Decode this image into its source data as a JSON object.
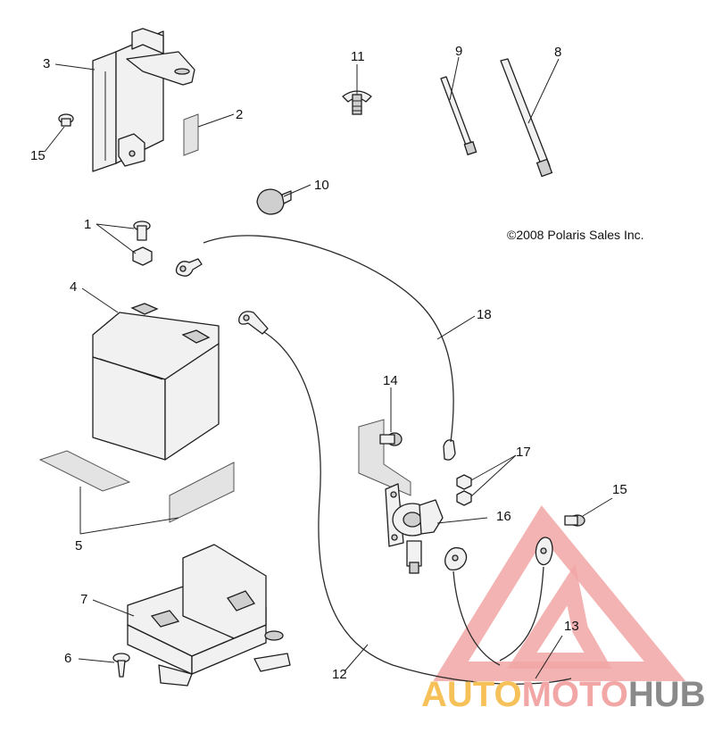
{
  "copyright": "©2008 Polaris Sales Inc.",
  "callouts": [
    "3",
    "2",
    "15",
    "11",
    "9",
    "8",
    "10",
    "1",
    "4",
    "18",
    "14",
    "17",
    "5",
    "16",
    "15",
    "7",
    "13",
    "6",
    "12"
  ],
  "watermark": {
    "part1": "AUTO",
    "part2": "MOTO",
    "part3": "HUB"
  },
  "colors": {
    "line": "#1e1e1e",
    "watermark_red": "#f2a6a6",
    "watermark_yellow": "#f7c15a",
    "watermark_gray": "#8a8a8a"
  }
}
